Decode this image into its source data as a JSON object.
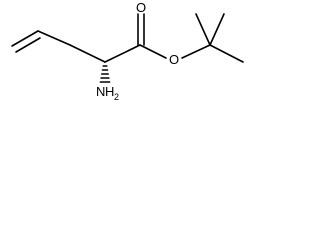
{
  "molecule": {
    "atoms": {
      "carbonyl_oxygen": "O",
      "ester_oxygen": "O",
      "amine_n": "N",
      "amine_h": "H",
      "amine_h_count": "2"
    }
  }
}
